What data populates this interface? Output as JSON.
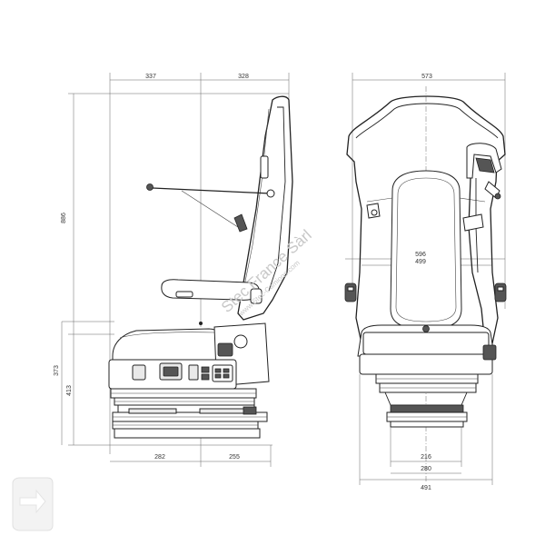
{
  "side_view": {
    "dim_top_left": "337",
    "dim_top_right": "328",
    "dim_height_total": "886",
    "dim_height_seat": "413",
    "dim_height_base": "373",
    "dim_bottom_left": "282",
    "dim_bottom_right": "255"
  },
  "front_view": {
    "dim_top_width": "573",
    "dim_width_outer": "596",
    "dim_width_inner": "499",
    "dim_base_a": "216",
    "dim_base_b": "280",
    "dim_base_total": "491"
  },
  "watermark": {
    "company": "Stec France Sàrl",
    "website": "www.Stec-Camions.com"
  }
}
